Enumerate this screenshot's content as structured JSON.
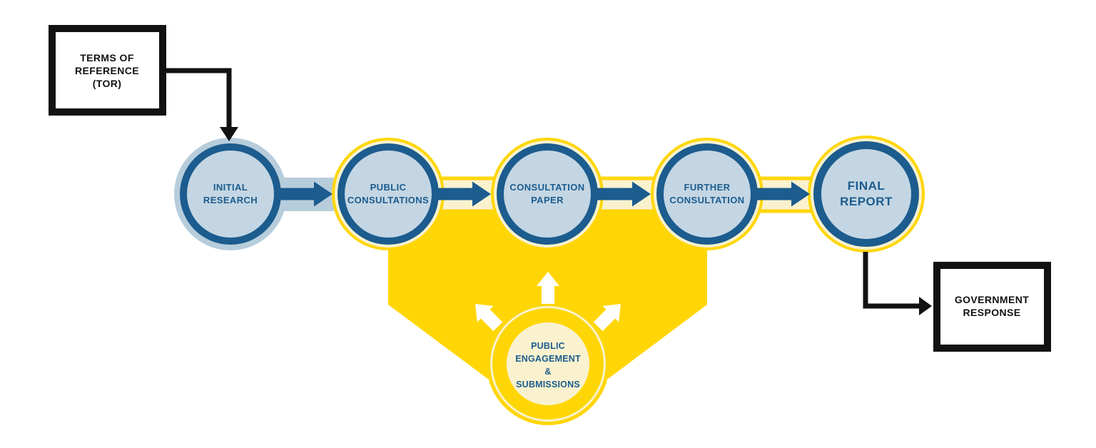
{
  "colors": {
    "dark_blue": "#1C5C8E",
    "light_blue_fill": "#C4D6E3",
    "light_blue_halo": "#B7CDDC",
    "yellow": "#FFD605",
    "cream": "#FAF2CF",
    "box_border": "#121212",
    "hub_arrow_white": "#FFFFFF",
    "background": "#FFFFFF"
  },
  "tor_box": {
    "lines": [
      "TERMS OF",
      "REFERENCE",
      "(TOR)"
    ]
  },
  "government_box": {
    "lines": [
      "GOVERNMENT",
      "RESPONSE"
    ]
  },
  "stages": [
    {
      "label_lines": [
        "INITIAL",
        "RESEARCH"
      ]
    },
    {
      "label_lines": [
        "PUBLIC",
        "CONSULTATIONS"
      ]
    },
    {
      "label_lines": [
        "CONSULTATION",
        "PAPER"
      ]
    },
    {
      "label_lines": [
        "FURTHER",
        "CONSULTATION"
      ]
    },
    {
      "label_lines": [
        "FINAL",
        "REPORT"
      ]
    }
  ],
  "hub": {
    "label_lines": [
      "PUBLIC",
      "ENGAGEMENT",
      "&",
      "SUBMISSIONS"
    ]
  }
}
